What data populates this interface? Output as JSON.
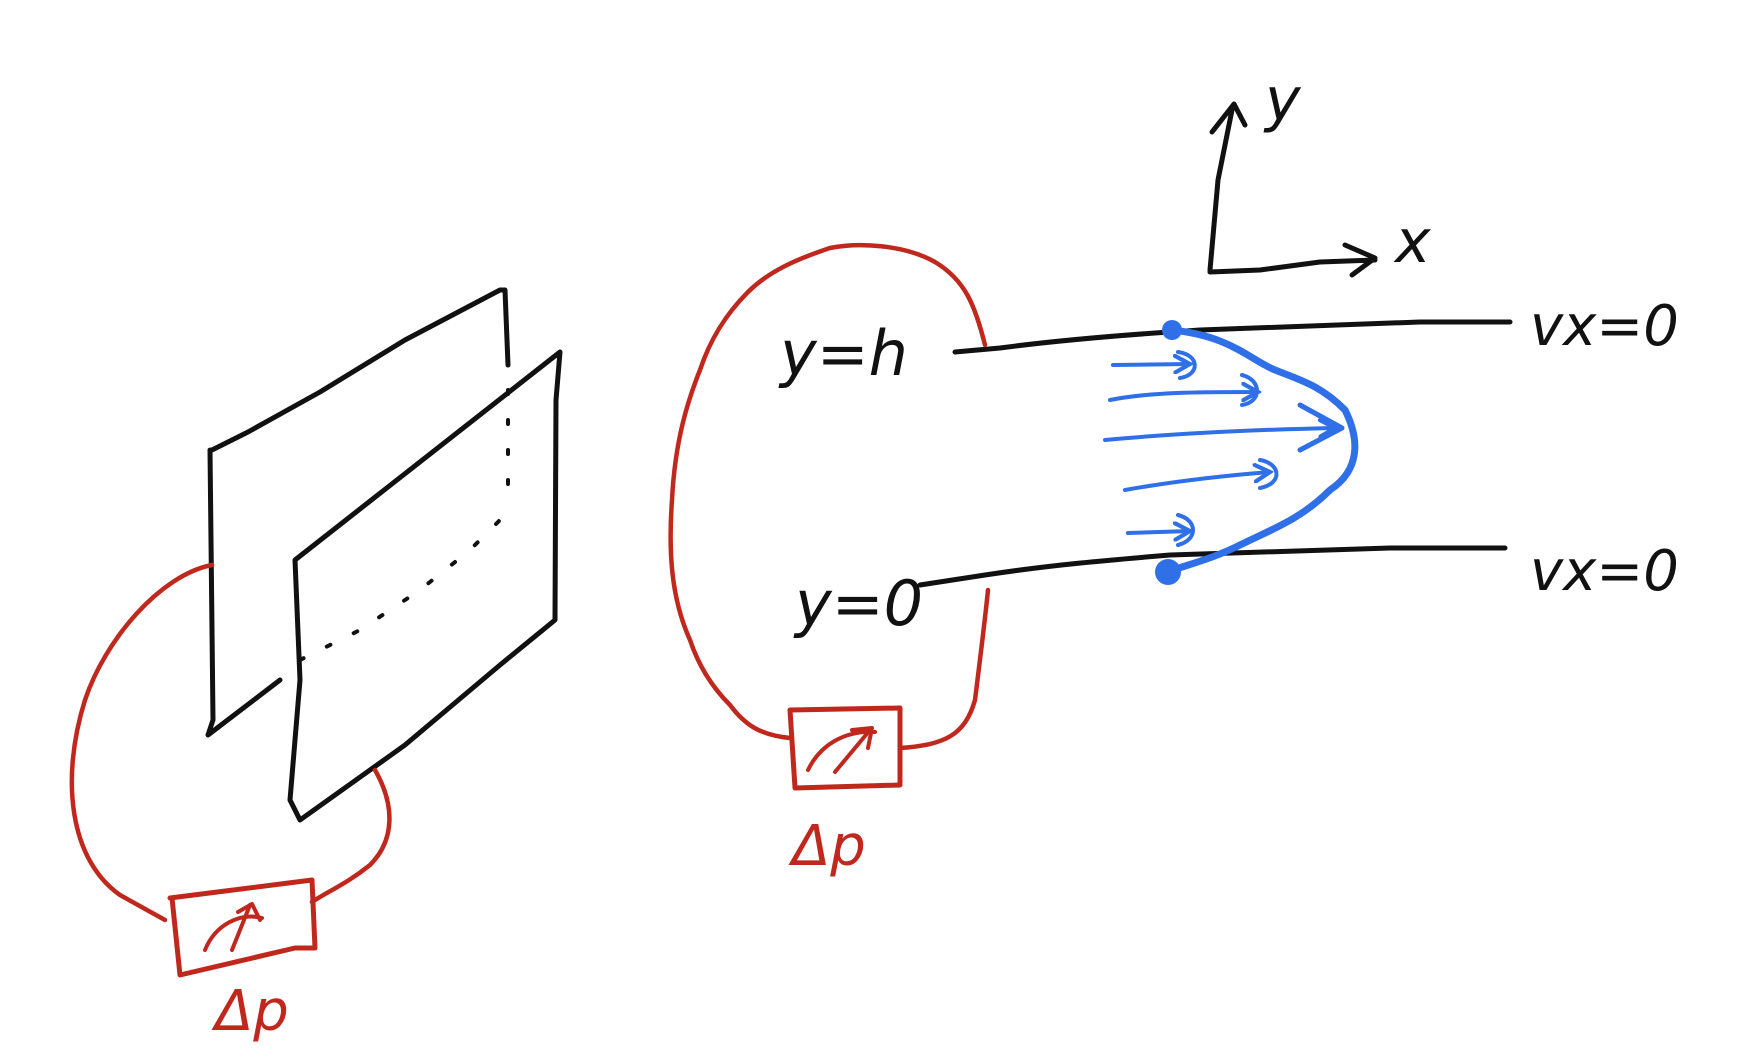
{
  "colors": {
    "ink": "#111111",
    "wire": "#c0281e",
    "flow": "#2f6fe8"
  },
  "left_figure": {
    "gauge_label": "Δp"
  },
  "right_figure": {
    "axis_y_label": "y",
    "axis_x_label": "x",
    "top_wall_label": "y=h",
    "bottom_wall_label": "y=0",
    "top_boundary_condition": "vx=0",
    "bottom_boundary_condition": "vx=0",
    "gauge_label": "Δp"
  }
}
